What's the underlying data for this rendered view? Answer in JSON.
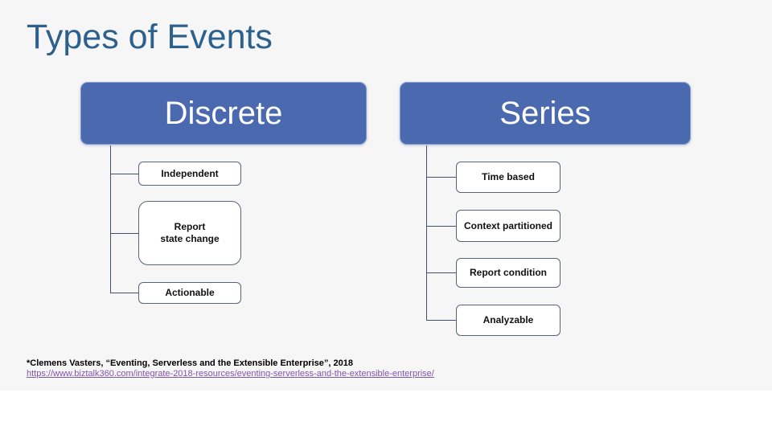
{
  "slide": {
    "title": "Types of Events",
    "trees": [
      {
        "root": "Discrete",
        "children": [
          "Independent",
          "Report\nstate change",
          "Actionable"
        ]
      },
      {
        "root": "Series",
        "children": [
          "Time based",
          "Context partitioned",
          "Report condition",
          "Analyzable"
        ]
      }
    ],
    "footnote": "*Clemens Vasters, “Eventing, Serverless and the Extensible Enterprise”, 2018",
    "link_url": "https://www.biztalk360.com/integrate-2018-resources/eventing-serverless-and-the-extensible-enterprise/",
    "colors": {
      "root_fill": "#4a69ae",
      "title_text": "#2d608d",
      "link": "#8253a7",
      "slide_bg": "#f6f6f7",
      "connector": "#42506b"
    }
  }
}
